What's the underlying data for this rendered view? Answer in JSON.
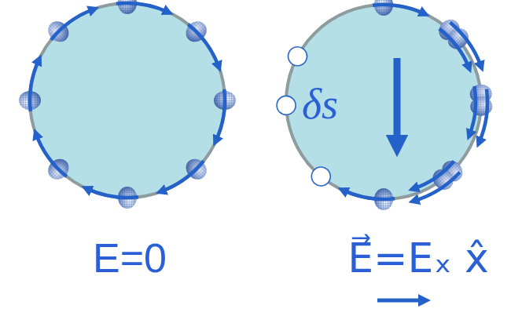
{
  "diagram": {
    "labels": [
      "E=0",
      "δs⃗",
      "E⃗=Eₓ x̂"
    ]
  }
}
